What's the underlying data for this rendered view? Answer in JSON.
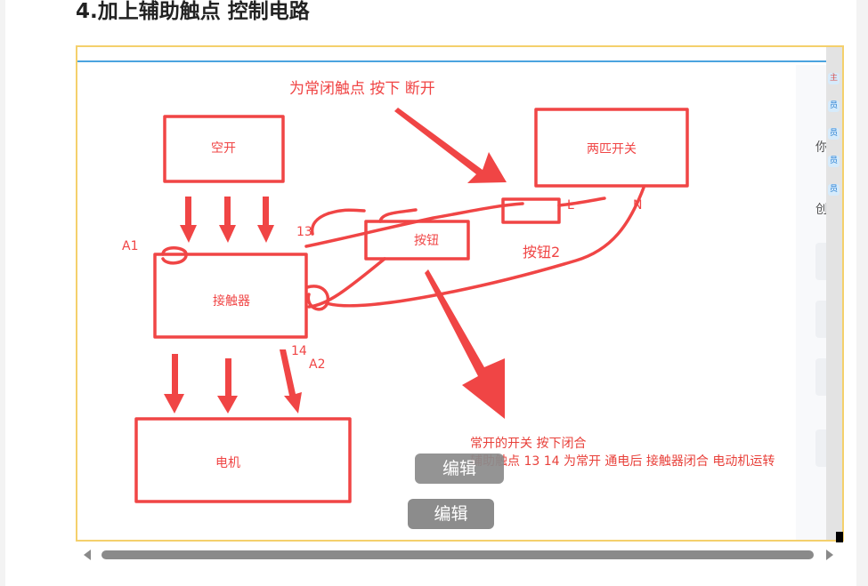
{
  "heading": "4.加上辅助触点 控制电路",
  "diagram": {
    "boxes": {
      "breaker": "空开",
      "two_way_switch": "两匹开关",
      "button": "按钮",
      "contactor": "接触器",
      "motor": "电机"
    },
    "labels": {
      "top_note": "为常闭触点  按下 断开",
      "button2": "按钮2",
      "a1": "A1",
      "a2": "A2",
      "t13": "13",
      "t14": "14",
      "l": "L",
      "n": "N"
    },
    "note_line1": "常开的开关  按下闭合",
    "note_line2": "辅助触点 13 14 为常开 通电后 接触器闭合 电动机运转"
  },
  "edit_buttons": [
    "编辑",
    "编辑"
  ],
  "side_panel": {
    "labels": [
      "你",
      "创"
    ],
    "badges": [
      "主",
      "员",
      "员",
      "员",
      "员"
    ]
  },
  "colors": {
    "ink": "#f04545",
    "frame": "#f4d06c",
    "accent_line": "#4aa3df"
  }
}
